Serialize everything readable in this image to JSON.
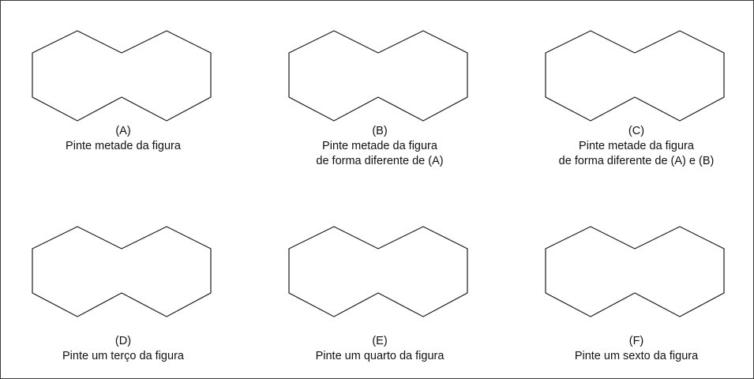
{
  "figures": [
    {
      "label": "(A)",
      "lines": [
        "Pinte metade da figura"
      ]
    },
    {
      "label": "(B)",
      "lines": [
        "Pinte metade da figura",
        "de forma diferente de (A)"
      ]
    },
    {
      "label": "(C)",
      "lines": [
        "Pinte metade da figura",
        "de forma diferente de (A) e (B)"
      ]
    },
    {
      "label": "(D)",
      "lines": [
        "Pinte um terço da figura"
      ]
    },
    {
      "label": "(E)",
      "lines": [
        "Pinte um quarto da figura"
      ]
    },
    {
      "label": "(F)",
      "lines": [
        "Pinte um sexto da figura"
      ]
    }
  ],
  "colors": {
    "border": "#3a3a3a",
    "stroke": "#1a1a1a",
    "text": "#111111",
    "background": "#ffffff"
  },
  "shape_icon": "double-hexagon-outline"
}
